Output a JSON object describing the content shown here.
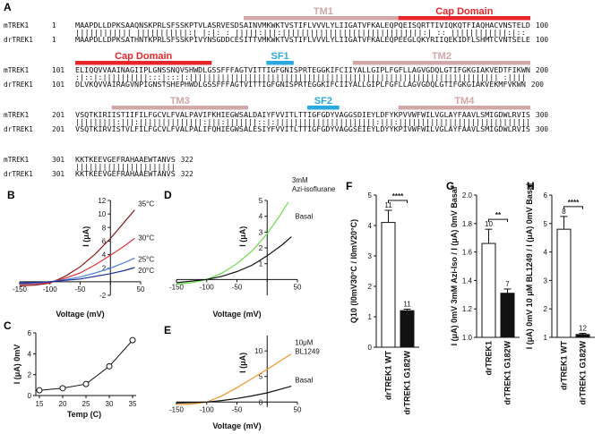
{
  "panels": {
    "A": {
      "label": "A",
      "blocks": [
        {
          "rows": [
            {
              "name": "mTREK1",
              "start": "1",
              "seq": "MAAPDLLDPKSAAQNSKPRLSFSSKPTVLASRVESDSAINVMKWKTVSTIFLVVVLYLIIGATVFKALEQPQEISQRTTIVIQKQTFIAQHACVNSTELD",
              "end": "100"
            },
            {
              "name": "",
              "start": "",
              "seq": "|||||||||||| |||||||||||:|  |:|:  :  |||||:|||:||||||||||||||||||||||||||||||:| :: ||||||||||||:|::",
              "end": ""
            },
            {
              "name": "drTREK1",
              "start": "1",
              "seq": "MAAPDLLDPKSATHNTKPRLSFSSKPIVYNSGDDCESITTVMKWKTVSTIFLVVVLYLIIGATVFKALEQPEEGLQKYRIIQEKIDFLSHMTCVNTSELE",
              "end": "100"
            }
          ],
          "domains": [
            {
              "label": "TM1",
              "kind": "tm",
              "start_res": 38,
              "end_res": 72
            },
            {
              "label": "Cap Domain",
              "kind": "cap",
              "start_res": 72,
              "end_res": 100
            }
          ]
        },
        {
          "rows": [
            {
              "name": "mTREK1",
              "start": "101",
              "seq": "ELIQQVVAAINAGIIPLGNSSNQVSHWDLGSSFFFAGTVITTIGFGNISPRTEGGKIFCIIYALLGIPLFGFLLAGVGDQLGTIFGKGIAKVEDTFIKWN",
              "end": "200"
            },
            {
              "name": "",
              "start": "",
              "seq": ":|::|:||||||||||:::|:::|:|||||||||||||||||||||||||||||||||||||||||||||||||||||||||||||||||||| :||||",
              "end": ""
            },
            {
              "name": "drTREK1",
              "start": "101",
              "seq": "DLVKQVVAIRAGVNPIGNSTSHEPHWDLGSSFFFAGTVITTIGFGNISPRTEGGKIFCIIYALLGIPLFGFLLAGVGDQLGTIFGKGIAKVEKMFVKWN",
              "end": "200"
            }
          ],
          "domains": [
            {
              "label": "Cap Domain",
              "kind": "cap",
              "start_res": 101,
              "end_res": 130
            },
            {
              "label": "SF1",
              "kind": "sf",
              "start_res": 143,
              "end_res": 148
            },
            {
              "label": "TM2",
              "kind": "tm",
              "start_res": 162,
              "end_res": 200
            }
          ]
        },
        {
          "rows": [
            {
              "name": "mTREK1",
              "start": "201",
              "seq": "VSQTKIRIISTIIFILFGCVLFVALPAVIFKHIEGWSALDAIYFVVITLTTIGFGDYVAGGSDIEYLDFYKPVVWFWILVGLAYFAAVLSMIGDWLRVIS",
              "end": "300"
            },
            {
              "name": "",
              "start": "",
              "seq": "|||||||||:|||:||||||||||||||:|||:|||||||::|:||||||||||||||||||||||:|||:|||||||||||||||||||||||||||||",
              "end": ""
            },
            {
              "name": "drTREK1",
              "start": "201",
              "seq": "VSQTKIRVISTVLFILFGCVLFVALPALIFQHIEGWSALESIYFVVITLTTIGFGDYVAGGSEIEYLDYYKPIVWFWILVGLAYFAAVLSMIGDWLRVIS",
              "end": "300"
            }
          ],
          "domains": [
            {
              "label": "TM3",
              "kind": "tm",
              "start_res": 209,
              "end_res": 238
            },
            {
              "label": "SF2",
              "kind": "sf",
              "start_res": 252,
              "end_res": 258
            },
            {
              "label": "TM4",
              "kind": "tm",
              "start_res": 272,
              "end_res": 300
            }
          ]
        },
        {
          "rows": [
            {
              "name": "mTREK1",
              "start": "301",
              "seq": "KKTKEEVGEFRAHAAEWTANVS",
              "end": "322"
            },
            {
              "name": "",
              "start": "",
              "seq": "||||||||||||||||||||||",
              "end": ""
            },
            {
              "name": "drTREK1",
              "start": "301",
              "seq": "KKTKEEVGEFRAHAAEWTANVS",
              "end": "322"
            }
          ],
          "domains": []
        }
      ]
    },
    "B": {
      "label": "B",
      "xlabel": "Voltage (mV)",
      "ylabel": "I (μA)"
    },
    "C": {
      "label": "C",
      "xlabel": "Temp (C)",
      "ylabel": "I (μA) 0mV"
    },
    "D": {
      "label": "D",
      "xlabel": "Voltage (mV)",
      "ylabel": "I (μA)"
    },
    "E": {
      "label": "E",
      "xlabel": "Voltage (mV)",
      "ylabel": "I (μA)"
    },
    "F": {
      "label": "F",
      "ylabel": "Q10 (I0mV30°C / I0mV20°C)",
      "sig": "****"
    },
    "G": {
      "label": "G",
      "ylabel": "I (μA) 0mV 3mM Azi-Iso / I (μA) 0mV Basal",
      "sig": "**"
    },
    "H": {
      "label": "H",
      "ylabel": "I (μA) 0mV 10 μM BL1249 / I (μA) 0mV Basal",
      "sig": "****"
    }
  },
  "colors": {
    "tm": "#d2a7a7",
    "cap": "#e8262a",
    "sf": "#2aa8e0",
    "c35": "#8b1a1a",
    "c30": "#e0303a",
    "c25": "#4a80d8",
    "c20": "#1a2e9a",
    "basal": "#111111",
    "azi": "#66dd44",
    "bl": "#f0962a",
    "wt_bar": "#ffffff",
    "mut_bar": "#111111"
  },
  "chart_data": [
    {
      "id": "B",
      "type": "line",
      "xlabel": "Voltage (mV)",
      "ylabel": "I (μA)",
      "xlim": [
        -150,
        50
      ],
      "ylim": [
        -2,
        12
      ],
      "xticks": [
        -150,
        -100,
        -50,
        50
      ],
      "yticks": [
        -2,
        2,
        4,
        6,
        8,
        10,
        12
      ],
      "series": [
        {
          "name": "35°C",
          "color": "#8b1a1a",
          "x": [
            -150,
            -125,
            -100,
            -75,
            -50,
            -25,
            0,
            25,
            40
          ],
          "y": [
            -0.6,
            -0.5,
            -0.2,
            0.8,
            2.2,
            4.1,
            6.4,
            9.0,
            10.6
          ]
        },
        {
          "name": "30°C",
          "color": "#e0303a",
          "x": [
            -150,
            -125,
            -100,
            -75,
            -50,
            -25,
            0,
            25,
            40
          ],
          "y": [
            -0.4,
            -0.3,
            -0.1,
            0.5,
            1.3,
            2.5,
            3.9,
            5.4,
            6.4
          ]
        },
        {
          "name": "25°C",
          "color": "#4a80d8",
          "x": [
            -150,
            -125,
            -100,
            -75,
            -50,
            -25,
            0,
            25,
            40
          ],
          "y": [
            -0.3,
            -0.2,
            0,
            0.3,
            0.7,
            1.3,
            2.0,
            2.9,
            3.5
          ]
        },
        {
          "name": "20°C",
          "color": "#1a2e9a",
          "x": [
            -150,
            -125,
            -100,
            -75,
            -50,
            -25,
            0,
            25,
            40
          ],
          "y": [
            -0.2,
            -0.1,
            0,
            0.2,
            0.4,
            0.8,
            1.2,
            1.7,
            2.1
          ]
        }
      ]
    },
    {
      "id": "C",
      "type": "scatter",
      "xlabel": "Temp (C)",
      "ylabel": "I (μA) 0mV",
      "xlim": [
        15,
        35
      ],
      "ylim": [
        0,
        6
      ],
      "xticks": [
        15,
        20,
        25,
        30,
        35
      ],
      "yticks": [
        0,
        2,
        4,
        6
      ],
      "series": [
        {
          "name": "",
          "color": "#111111",
          "x": [
            15,
            20,
            25,
            30,
            35
          ],
          "y": [
            0.5,
            0.7,
            1.1,
            2.8,
            5.3
          ]
        }
      ]
    },
    {
      "id": "D",
      "type": "line",
      "xlabel": "Voltage (mV)",
      "ylabel": "I (μA)",
      "xlim": [
        -150,
        50
      ],
      "ylim": [
        -1,
        5
      ],
      "xticks": [
        -150,
        -100,
        -50,
        50
      ],
      "yticks": [
        1,
        2,
        3,
        4,
        5
      ],
      "series": [
        {
          "name": "3mM Azi-isoflurane",
          "color": "#66dd44",
          "x": [
            -150,
            -125,
            -100,
            -75,
            -50,
            -25,
            0,
            20,
            35
          ],
          "y": [
            -0.3,
            -0.2,
            0,
            0.4,
            1.0,
            1.8,
            2.9,
            4.0,
            4.9
          ]
        },
        {
          "name": "Basal",
          "color": "#111111",
          "x": [
            -150,
            -125,
            -100,
            -75,
            -50,
            -25,
            0,
            25,
            40
          ],
          "y": [
            -0.2,
            -0.1,
            0,
            0.2,
            0.5,
            0.9,
            1.5,
            2.2,
            2.7
          ]
        }
      ]
    },
    {
      "id": "E",
      "type": "line",
      "xlabel": "Voltage (mV)",
      "ylabel": "I (μA)",
      "xlim": [
        -150,
        50
      ],
      "ylim": [
        -1,
        13
      ],
      "xticks": [
        -150,
        -100,
        -50,
        50
      ],
      "yticks": [
        0,
        5,
        10
      ],
      "series": [
        {
          "name": "10μM BL1249",
          "color": "#f0962a",
          "x": [
            -150,
            -125,
            -100,
            -75,
            -50,
            -25,
            0,
            25,
            40
          ],
          "y": [
            -0.5,
            -0.4,
            0,
            1.2,
            2.8,
            4.6,
            6.4,
            8.3,
            9.4
          ]
        },
        {
          "name": "Basal",
          "color": "#111111",
          "x": [
            -150,
            -125,
            -100,
            -75,
            -50,
            -25,
            0,
            25,
            40
          ],
          "y": [
            -0.2,
            -0.1,
            0,
            0.3,
            0.7,
            1.2,
            1.8,
            2.6,
            3.1
          ]
        }
      ]
    },
    {
      "id": "F",
      "type": "bar",
      "ylabel": "Q10 (I0mV30°C / I0mV20°C)",
      "categories": [
        "drTREK1 WT",
        "drTREK1 G182W"
      ],
      "values": [
        4.1,
        1.2
      ],
      "errors": [
        0.4,
        0.05
      ],
      "n": [
        "11",
        "11"
      ],
      "ylim": [
        0,
        5
      ],
      "yticks": [
        0,
        1,
        2,
        3,
        4,
        5
      ]
    },
    {
      "id": "G",
      "type": "bar",
      "ylabel": "I (μA) 0mV 3mM Azi-Iso / I (μA) 0mV Basal",
      "categories": [
        "drTREK1",
        "drTREK1 G182W"
      ],
      "values": [
        1.66,
        1.31
      ],
      "errors": [
        0.1,
        0.03
      ],
      "n": [
        "10",
        "7"
      ],
      "ylim": [
        1.0,
        2.0
      ],
      "yticks": [
        1.0,
        1.2,
        1.4,
        1.6,
        1.8,
        2.0
      ]
    },
    {
      "id": "H",
      "type": "bar",
      "ylabel": "I (μA) 0mV 10 μM BL1249 / I (μA) 0mV Basal",
      "categories": [
        "drTREK1 WT",
        "drTREK1 G182W"
      ],
      "values": [
        4.8,
        1.1
      ],
      "errors": [
        0.45,
        0.04
      ],
      "n": [
        "8",
        "12"
      ],
      "ylim": [
        1,
        6
      ],
      "yticks": [
        1,
        2,
        3,
        4,
        5,
        6
      ]
    }
  ]
}
